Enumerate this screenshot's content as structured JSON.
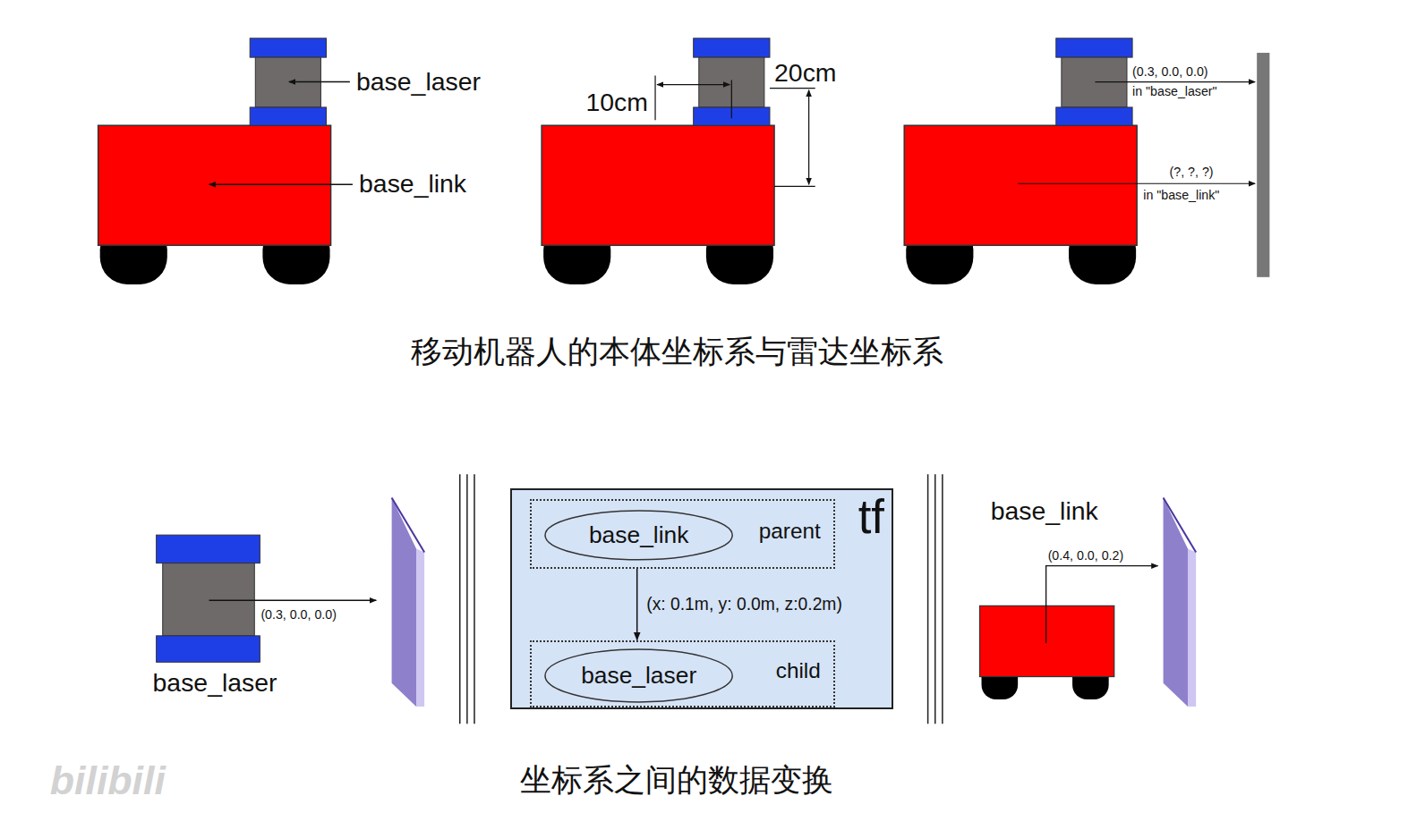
{
  "diagram": {
    "caption": "坐标系之间的数据变换",
    "nodes": [
      {
        "text": [
          "tf"
        ]
      },
      {
        "text": [
          "parent"
        ],
        "in": 0
      },
      {
        "text": [
          "base_link"
        ],
        "in": 1
      },
      {
        "text": [
          "child"
        ],
        "in": 0
      },
      {
        "text": [
          "base_laser"
        ],
        "in": 3
      }
    ],
    "edges": [
      {
        "from": 1,
        "to": 3,
        "arrow": "to",
        "label": "(x: 0.1m, y: 0.0m, z:0.2m)"
      }
    ],
    "labels": [
      "base_laser",
      "base_link",
      "10cm",
      "20cm",
      "(0.3, 0.0, 0.0)",
      "in \"base_laser\"",
      "(?, ?, ?)",
      "in \"base_link\"",
      "移动机器人的本体坐标系与雷达坐标系",
      "(0.3, 0.0, 0.0)",
      "base_laser",
      "base_link",
      "(0.4, 0.0, 0.2)",
      "bilibili"
    ]
  }
}
